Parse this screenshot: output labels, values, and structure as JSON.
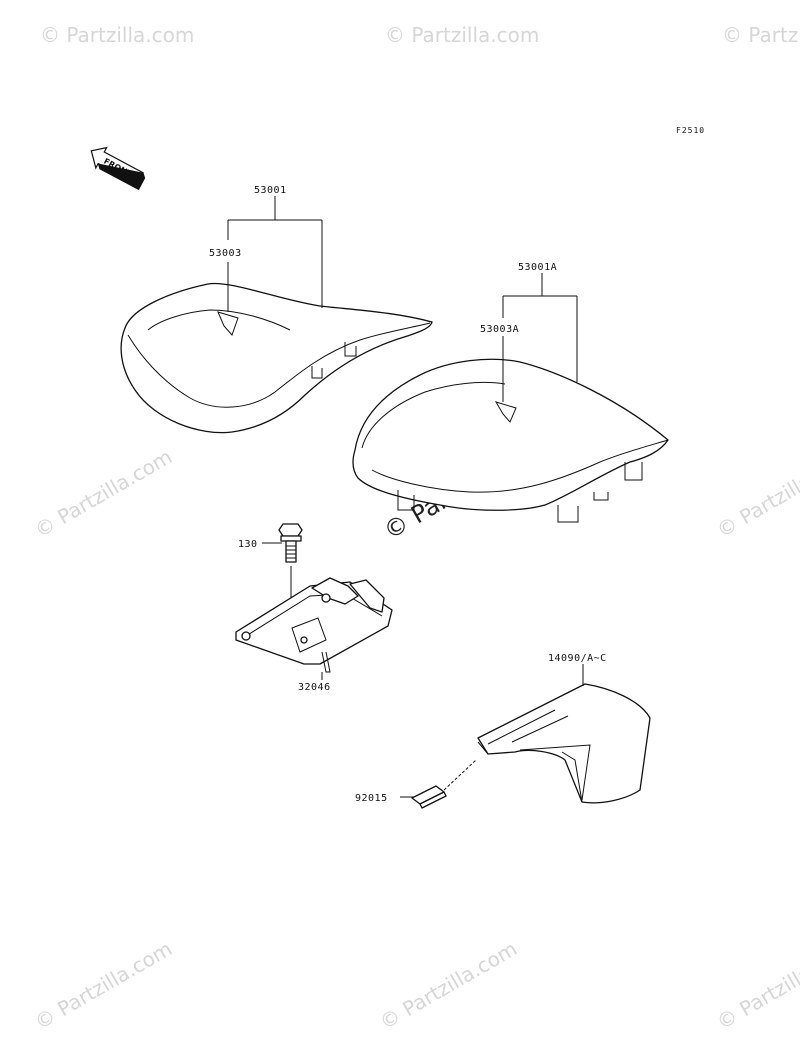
{
  "figure_code": "F2510",
  "front_arrow_label": "FRONT",
  "watermark_text": "© Partzilla.com",
  "parts": [
    {
      "label": "53001"
    },
    {
      "label": "53003"
    },
    {
      "label": "53001A"
    },
    {
      "label": "53003A"
    },
    {
      "label": "130"
    },
    {
      "label": "32046"
    },
    {
      "label": "14090/A~C"
    },
    {
      "label": "92015"
    }
  ]
}
